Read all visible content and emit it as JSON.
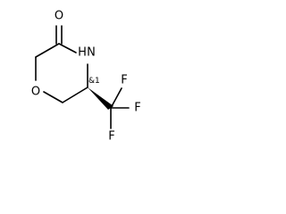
{
  "structure": {
    "atoms": {
      "carbonyl_oxygen": "O",
      "ring_nitrogen": "N",
      "ring_nitrogen_hydrogen": "H",
      "ring_oxygen": "O",
      "fluorine_top": "F",
      "fluorine_right": "F",
      "fluorine_bottom": "F"
    },
    "stereo_label": "&1"
  }
}
